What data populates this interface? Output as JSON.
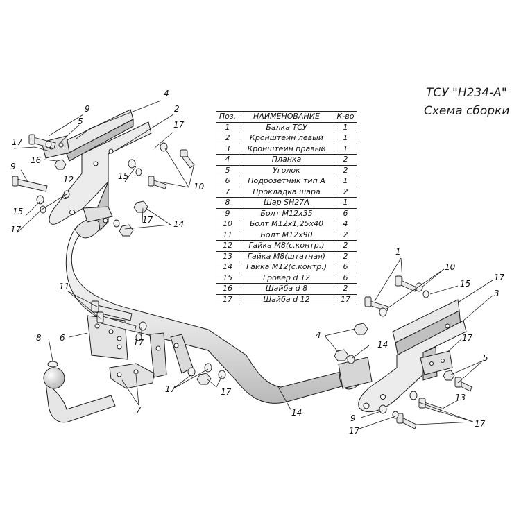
{
  "title": {
    "line1": "ТСУ \"Н234-А\"",
    "line2": "Схема сборки"
  },
  "table": {
    "headers": [
      "Поз.",
      "НАИМЕНОВАНИЕ",
      "К-во"
    ],
    "rows": [
      [
        "1",
        "Балка ТСУ",
        "1"
      ],
      [
        "2",
        "Кронштейн левый",
        "1"
      ],
      [
        "3",
        "Кронштейн правый",
        "1"
      ],
      [
        "4",
        "Планка",
        "2"
      ],
      [
        "5",
        "Уголок",
        "2"
      ],
      [
        "6",
        "Подрозетник тип А",
        "1"
      ],
      [
        "7",
        "Прокладка шара",
        "2"
      ],
      [
        "8",
        "Шар SH27A",
        "1"
      ],
      [
        "9",
        "Болт М12х35",
        "6"
      ],
      [
        "10",
        "Болт М12х1,25х40",
        "4"
      ],
      [
        "11",
        "Болт М12х90",
        "2"
      ],
      [
        "12",
        "Гайка М8(с.контр.)",
        "2"
      ],
      [
        "13",
        "Гайка М8(штатная)",
        "2"
      ],
      [
        "14",
        "Гайка М12(с.контр.)",
        "6"
      ],
      [
        "15",
        "Гровер d 12",
        "6"
      ],
      [
        "16",
        "Шайба d 8",
        "2"
      ],
      [
        "17",
        "Шайба d 12",
        "17"
      ]
    ]
  },
  "callouts": [
    "4",
    "9",
    "5",
    "2",
    "17",
    "17",
    "16",
    "12",
    "9",
    "15",
    "17",
    "10",
    "15",
    "17",
    "14",
    "17",
    "11",
    "8",
    "6",
    "17",
    "7",
    "17",
    "14",
    "1",
    "10",
    "15",
    "17",
    "3",
    "4",
    "14",
    "17",
    "5",
    "13",
    "17",
    "9",
    "17",
    "15"
  ],
  "colors": {
    "line": "#1a1a1a",
    "part_fill": "#ececec",
    "part_shadow": "#b8b8b8"
  }
}
